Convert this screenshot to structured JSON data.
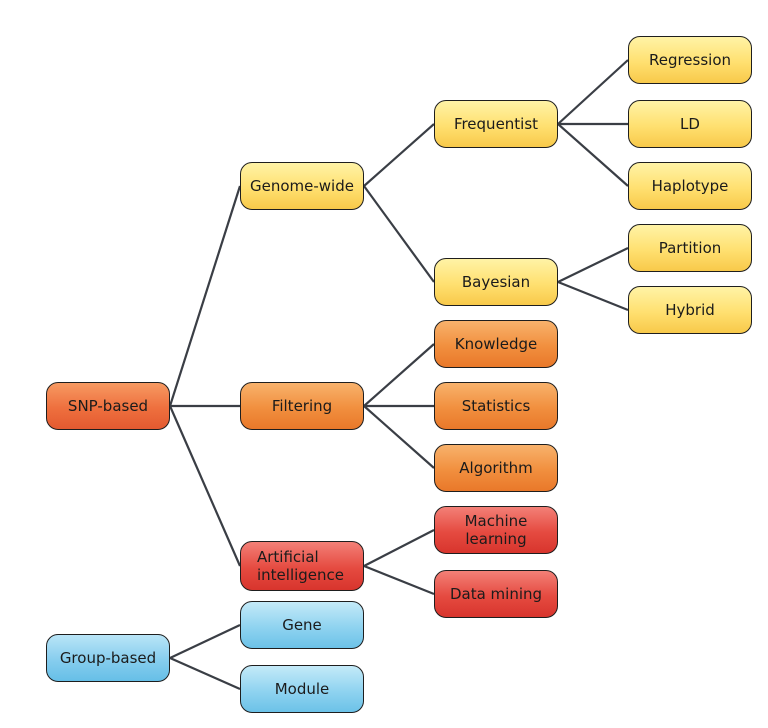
{
  "nodes": {
    "snp_based": "SNP-based",
    "group_based": "Group-based",
    "genome_wide": "Genome-wide",
    "filtering": "Filtering",
    "artificial_intelligence": "Artificial\nintelligence",
    "gene": "Gene",
    "module": "Module",
    "frequentist": "Frequentist",
    "bayesian": "Bayesian",
    "knowledge": "Knowledge",
    "statistics": "Statistics",
    "algorithm": "Algorithm",
    "machine_learning": "Machine\nlearning",
    "data_mining": "Data mining",
    "regression": "Regression",
    "ld": "LD",
    "haplotype": "Haplotype",
    "partition": "Partition",
    "hybrid": "Hybrid"
  },
  "colors": {
    "genome_wide_branch": "#ffe070",
    "filtering_branch": "#f18f3e",
    "ai_branch": "#e54a40",
    "group_branch": "#8fd3f0",
    "connector": "#3a3e45"
  }
}
